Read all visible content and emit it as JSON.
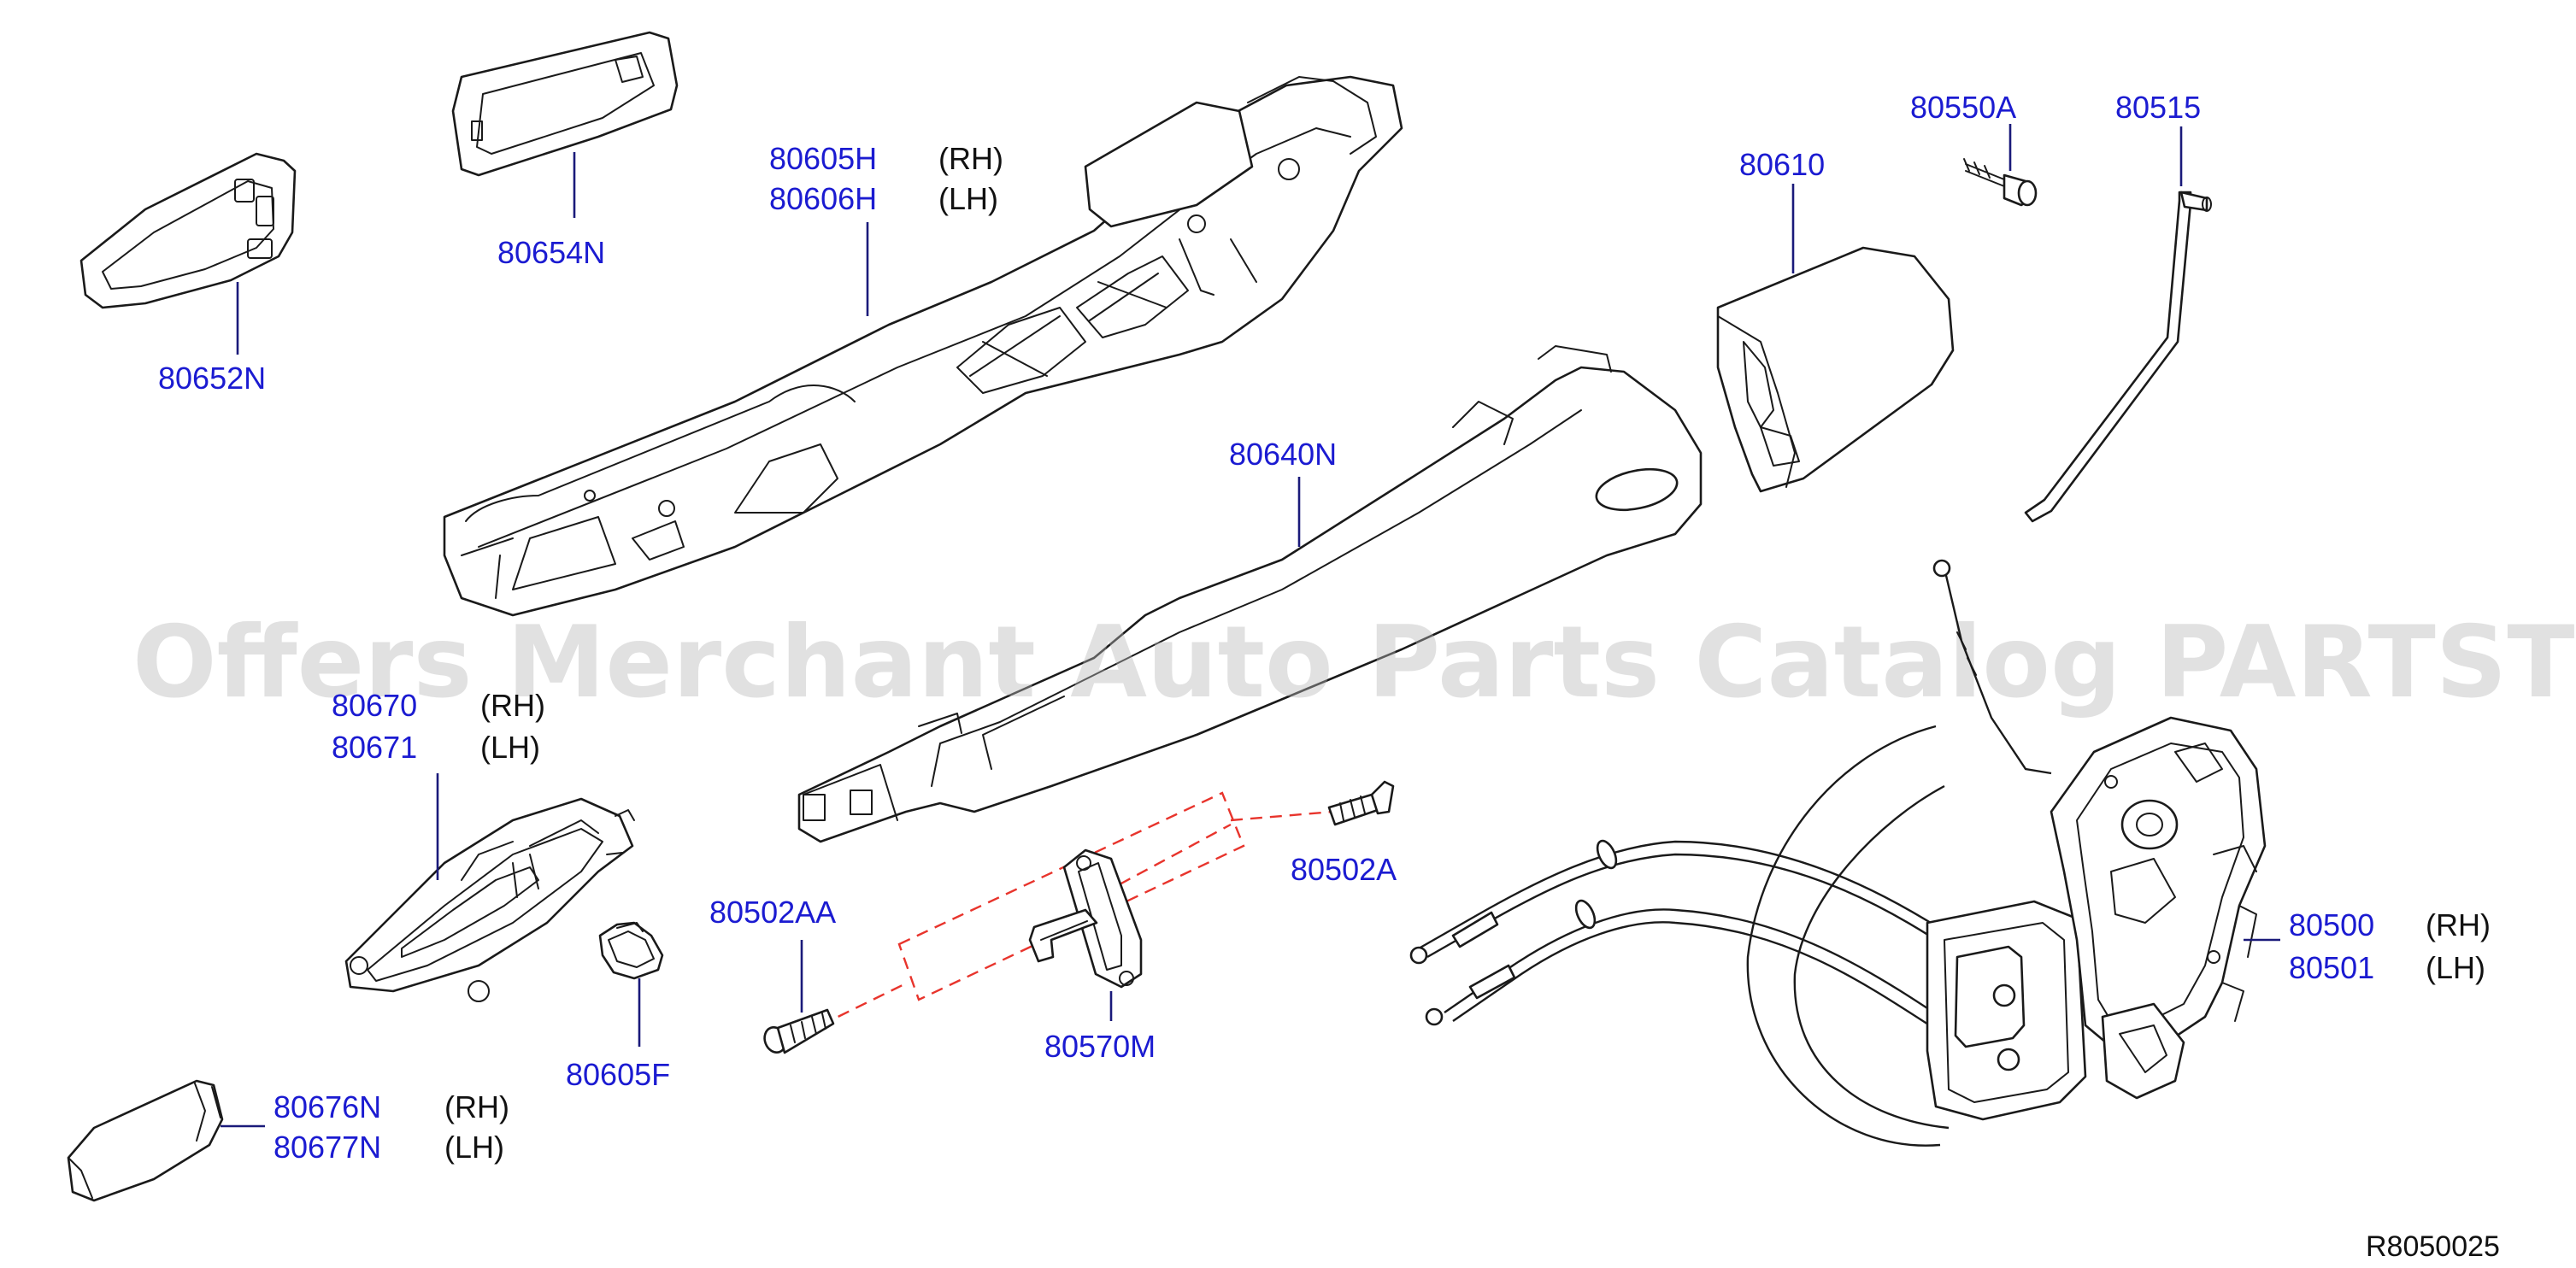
{
  "watermark": "Offers Merchant Auto Parts Catalog PARTSTORE.SA",
  "reference": "R8050025",
  "colors": {
    "part_number": "#1b1bd1",
    "leader": "#1a1a7a",
    "dashed_outline": "#e8342c",
    "watermark": "#b8b8b8"
  },
  "labels": {
    "p80652N": "80652N",
    "p80654N": "80654N",
    "p80605H": "80605H",
    "p80605H_side": "(RH)",
    "p80606H": "80606H",
    "p80606H_side": "(LH)",
    "p80550A": "80550A",
    "p80515": "80515",
    "p80610": "80610",
    "p80640N": "80640N",
    "p80670": "80670",
    "p80670_side": "(RH)",
    "p80671": "80671",
    "p80671_side": "(LH)",
    "p80605F": "80605F",
    "p80502AA": "80502AA",
    "p80502A": "80502A",
    "p80570M": "80570M",
    "p80500": "80500",
    "p80500_side": "(RH)",
    "p80501": "80501",
    "p80501_side": "(LH)",
    "p80676N": "80676N",
    "p80676N_side": "(RH)",
    "p80677N": "80677N",
    "p80677N_side": "(LH)"
  }
}
